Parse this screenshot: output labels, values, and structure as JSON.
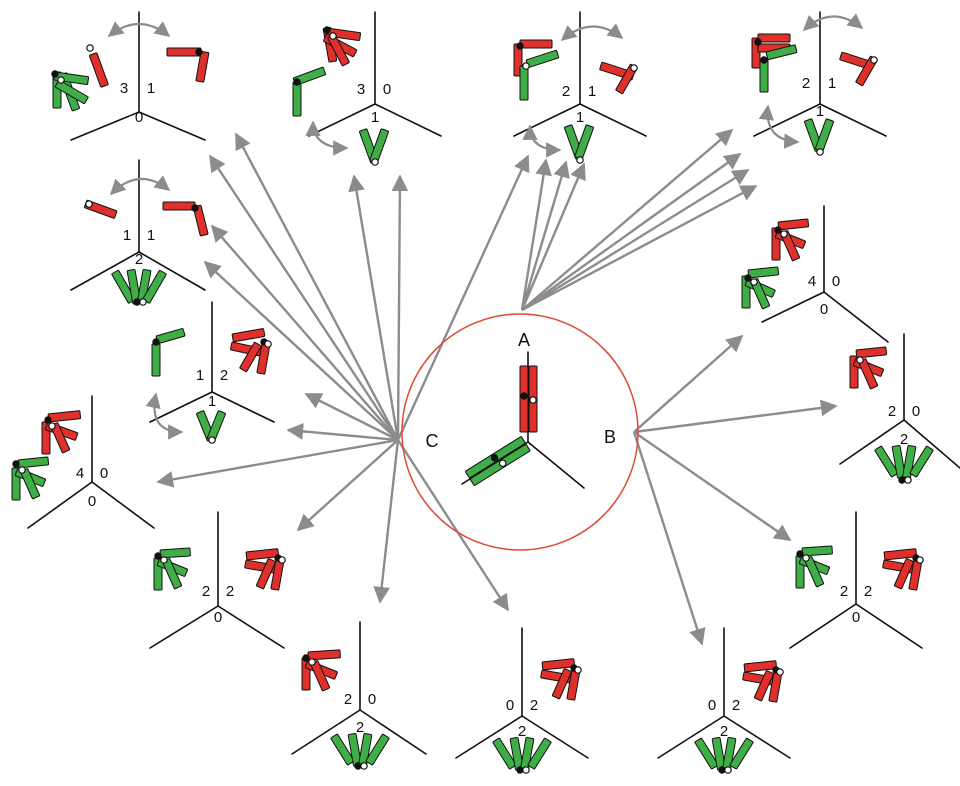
{
  "colors": {
    "red_rod": "#e0302b",
    "green_rod": "#3fae47",
    "arrow": "#8c8c8c",
    "circle": "#e04a35",
    "line": "#111111"
  },
  "center": {
    "label_a": "A",
    "label_b": "B",
    "label_c": "C"
  },
  "panels": [
    {
      "id": "p1",
      "left": "3",
      "right": "1",
      "bottom": "0"
    },
    {
      "id": "p2",
      "left": "3",
      "right": "0",
      "bottom": "1"
    },
    {
      "id": "p3",
      "left": "2",
      "right": "1",
      "bottom": "1"
    },
    {
      "id": "p4",
      "left": "2",
      "right": "1",
      "bottom": "1"
    },
    {
      "id": "p5",
      "left": "1",
      "right": "1",
      "bottom": "2"
    },
    {
      "id": "p6",
      "left": "4",
      "right": "0",
      "bottom": "0"
    },
    {
      "id": "p7",
      "left": "1",
      "right": "2",
      "bottom": "1"
    },
    {
      "id": "p8",
      "left": "2",
      "right": "0",
      "bottom": "2"
    },
    {
      "id": "p9",
      "left": "4",
      "right": "0",
      "bottom": "0"
    },
    {
      "id": "p10",
      "left": "2",
      "right": "2",
      "bottom": "0"
    },
    {
      "id": "p11",
      "left": "2",
      "right": "2",
      "bottom": "0"
    },
    {
      "id": "p12",
      "left": "2",
      "right": "0",
      "bottom": "2"
    },
    {
      "id": "p13",
      "left": "0",
      "right": "2",
      "bottom": "2"
    },
    {
      "id": "p14",
      "left": "0",
      "right": "2",
      "bottom": "2"
    }
  ]
}
